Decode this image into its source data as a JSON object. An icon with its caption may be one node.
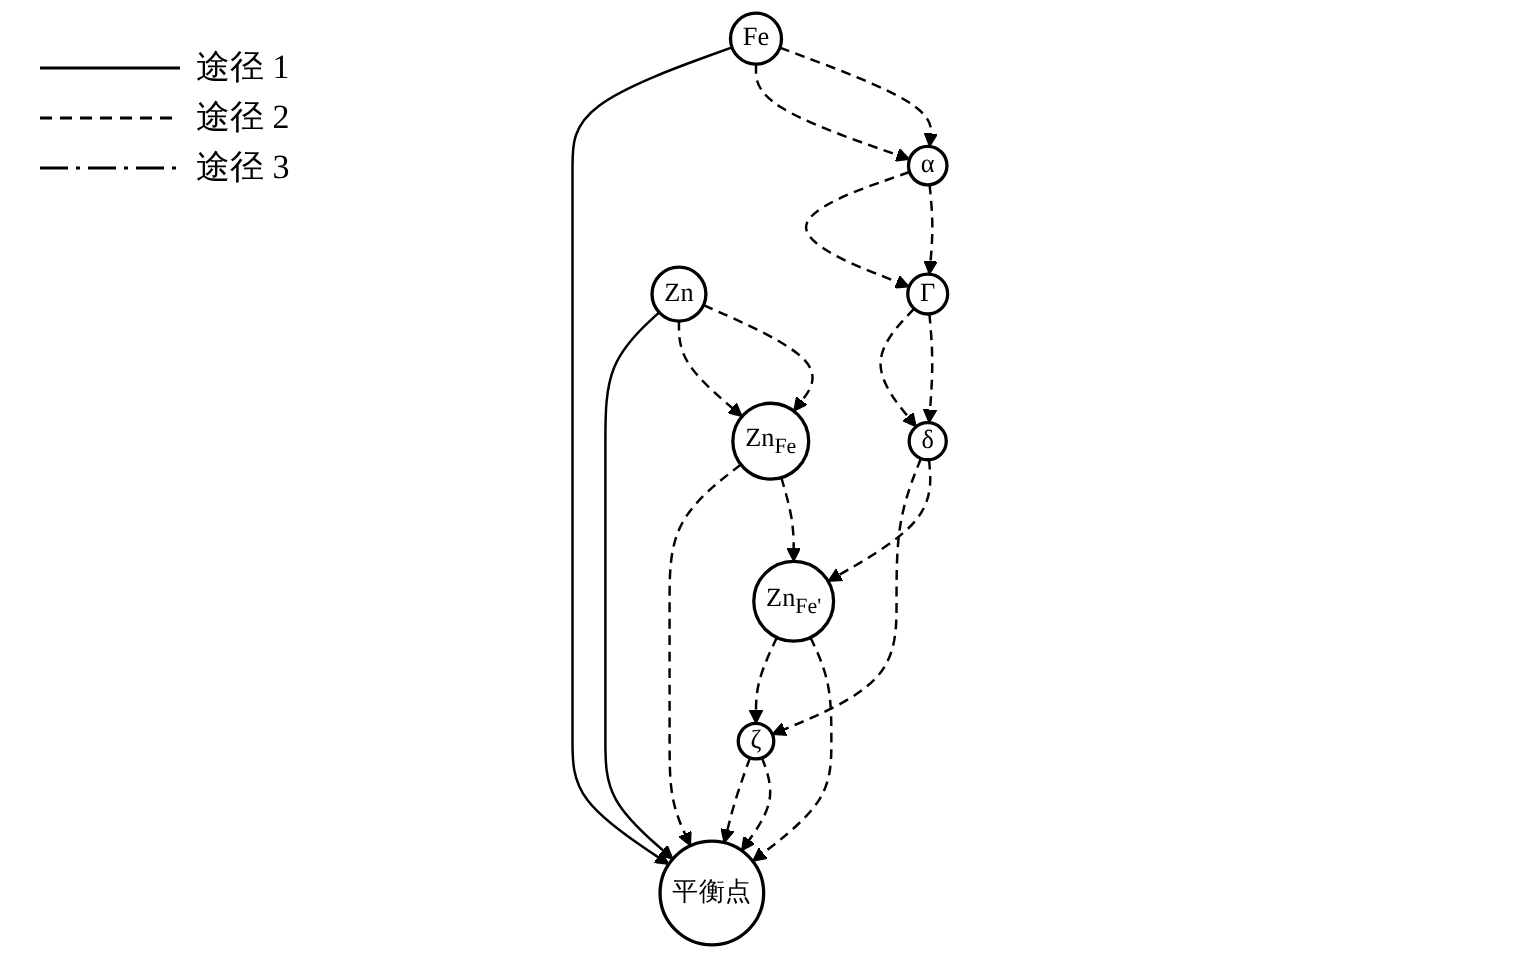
{
  "diagram": {
    "nodes": [
      {
        "text": [
          "Fe"
        ]
      },
      {
        "text": [
          "α"
        ]
      },
      {
        "text": [
          "Γ"
        ]
      },
      {
        "text": [
          "δ"
        ]
      },
      {
        "text": [
          "ζ"
        ]
      },
      {
        "text": [
          "平衡点"
        ]
      },
      {
        "text": [
          "Zn"
        ]
      },
      {
        "text": [
          "Zn$_{Fe}$"
        ]
      },
      {
        "text": [
          "Zn$_{Fe'}$"
        ]
      }
    ],
    "edges": [
      {
        "from": 0,
        "to": 5,
        "arrow": "to"
      },
      {
        "from": 6,
        "to": 5,
        "arrow": "to"
      },
      {
        "from": 0,
        "to": 1,
        "arrow": "to",
        "style": "dashed"
      },
      {
        "from": 1,
        "to": 2,
        "arrow": "to",
        "style": "dashed"
      },
      {
        "from": 2,
        "to": 3,
        "arrow": "to",
        "style": "dashed"
      },
      {
        "from": 3,
        "to": 4,
        "arrow": "to",
        "style": "dashed"
      },
      {
        "from": 4,
        "to": 5,
        "arrow": "to",
        "style": "dashed"
      },
      {
        "from": 6,
        "to": 7,
        "arrow": "to",
        "style": "dashed"
      },
      {
        "from": 7,
        "to": 5,
        "arrow": "to",
        "style": "dashed"
      },
      {
        "from": 0,
        "to": 1,
        "arrow": "to",
        "style": "dashed"
      },
      {
        "from": 1,
        "to": 2,
        "arrow": "to",
        "style": "dashed"
      },
      {
        "from": 2,
        "to": 3,
        "arrow": "to",
        "style": "dashed"
      },
      {
        "from": 3,
        "to": 8,
        "arrow": "to",
        "style": "dashed"
      },
      {
        "from": 6,
        "to": 7,
        "arrow": "to",
        "style": "dashed"
      },
      {
        "from": 7,
        "to": 8,
        "arrow": "to",
        "style": "dashed"
      },
      {
        "from": 8,
        "to": 4,
        "arrow": "to",
        "style": "dashed"
      },
      {
        "from": 8,
        "to": 5,
        "arrow": "to",
        "style": "dashed"
      },
      {
        "from": 4,
        "to": 5,
        "arrow": "to",
        "style": "dashed"
      }
    ],
    "legend": [
      {
        "text": "途径 1"
      },
      {
        "text": "途径 2"
      },
      {
        "text": "途径 3"
      }
    ]
  }
}
